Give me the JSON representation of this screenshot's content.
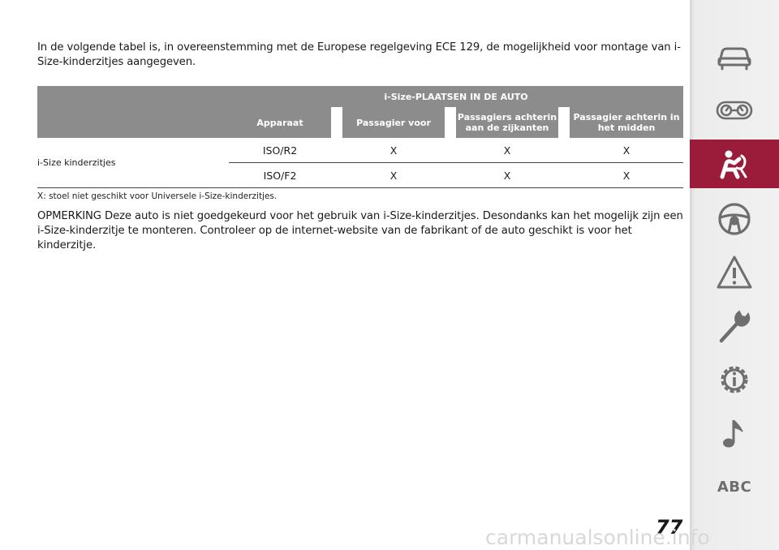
{
  "intro": "In de volgende tabel is, in overeenstemming met de Europese regelgeving ECE 129, de mogelijkheid voor montage van i-Size-kinderzitjes aangegeven.",
  "table": {
    "group_header": "i-Size-PLAATSEN IN DE AUTO",
    "columns": [
      "Apparaat",
      "Passagier voor",
      "Passagiers achterin aan de zijkanten",
      "Passagier achterin in het midden"
    ],
    "row_label": "i-Size kinderzitjes",
    "rows": [
      {
        "device": "ISO/R2",
        "front": "X",
        "rear_side": "X",
        "rear_middle": "X"
      },
      {
        "device": "ISO/F2",
        "front": "X",
        "rear_side": "X",
        "rear_middle": "X"
      }
    ]
  },
  "footnote": "X: stoel niet geschikt voor Universele i-Size-kinderzitjes.",
  "note": "OPMERKING Deze auto is niet goedgekeurd voor het gebruik van i-Size-kinderzitjes. Desondanks kan het mogelijk zijn een i-Size-kinderzitje te monteren. Controleer op de internet-website van de fabrikant of de auto geschikt is voor het kinderzitje.",
  "sidebar": {
    "items": [
      {
        "icon": "car-icon"
      },
      {
        "icon": "dashboard-icon"
      },
      {
        "icon": "child-seat-airbag-icon",
        "active": true
      },
      {
        "icon": "steering-wheel-icon"
      },
      {
        "icon": "warning-triangle-icon"
      },
      {
        "icon": "wrench-icon"
      },
      {
        "icon": "info-gear-icon"
      },
      {
        "icon": "music-note-icon"
      }
    ],
    "abc_label": "ABC",
    "active_color": "#9b1b3a"
  },
  "page_number": "77",
  "watermark": "carmanualsonline.info"
}
